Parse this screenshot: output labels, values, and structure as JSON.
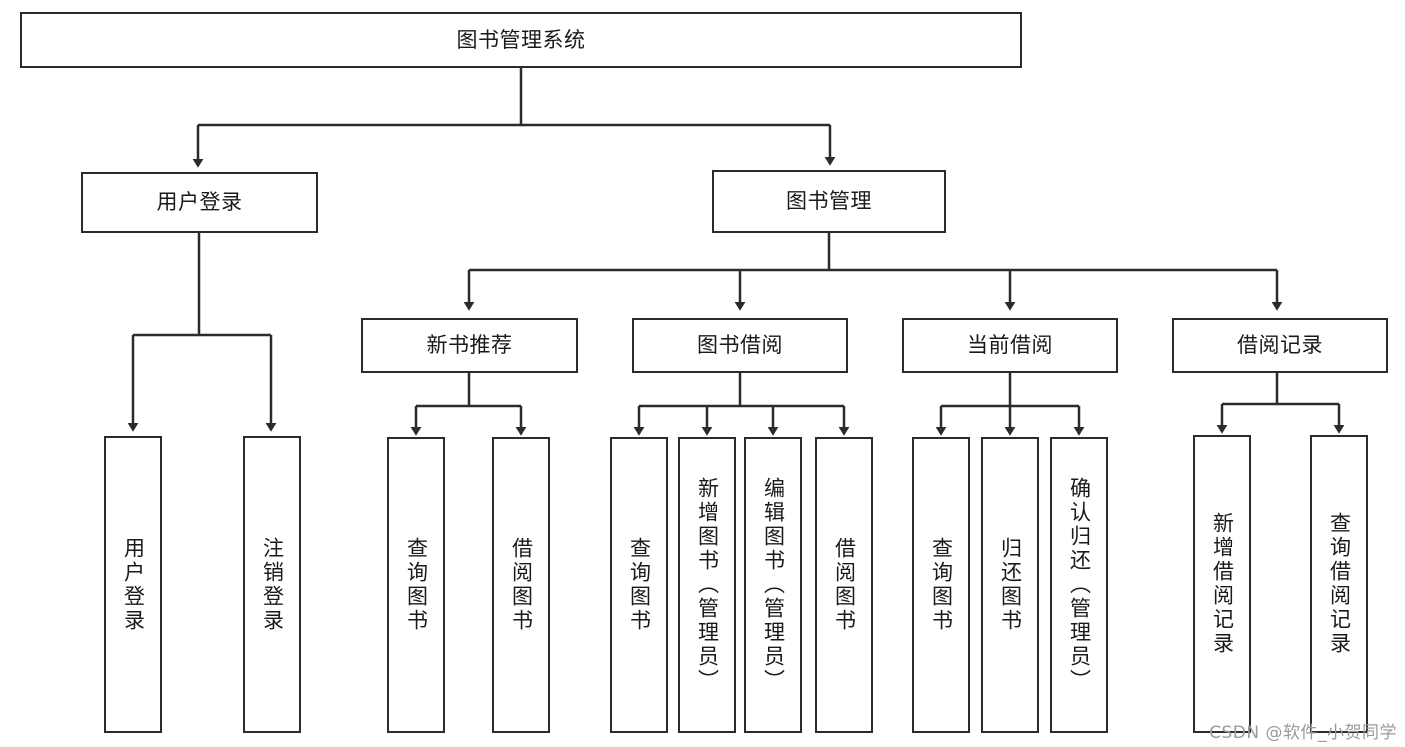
{
  "diagram": {
    "title": "图书管理系统",
    "type": "tree-hierarchy",
    "watermark": "CSDN @软件_小贺同学",
    "colors": {
      "stroke": "#2b2b2b",
      "fill": "#ffffff",
      "text": "#1a1a1a",
      "watermark": "#9a9a9a"
    },
    "nodes": {
      "root": {
        "label": "图书管理系统"
      },
      "level1": [
        {
          "id": "user-login",
          "label": "用户登录"
        },
        {
          "id": "book-manage",
          "label": "图书管理"
        }
      ],
      "level2": [
        {
          "id": "new-book-rec",
          "label": "新书推荐"
        },
        {
          "id": "book-borrow",
          "label": "图书借阅"
        },
        {
          "id": "current-borrow",
          "label": "当前借阅"
        },
        {
          "id": "borrow-record",
          "label": "借阅记录"
        }
      ],
      "leaves": {
        "user-login": [
          {
            "id": "leaf-user-login",
            "label": "用户登录"
          },
          {
            "id": "leaf-logout",
            "label": "注销登录"
          }
        ],
        "new-book-rec": [
          {
            "id": "leaf-query-book-1",
            "label": "查询图书"
          },
          {
            "id": "leaf-borrow-book-1",
            "label": "借阅图书"
          }
        ],
        "book-borrow": [
          {
            "id": "leaf-query-book-2",
            "label": "查询图书"
          },
          {
            "id": "leaf-add-book",
            "label": "新增图书（管理员）"
          },
          {
            "id": "leaf-edit-book",
            "label": "编辑图书（管理员）"
          },
          {
            "id": "leaf-borrow-book-2",
            "label": "借阅图书"
          }
        ],
        "current-borrow": [
          {
            "id": "leaf-query-book-3",
            "label": "查询图书"
          },
          {
            "id": "leaf-return-book",
            "label": "归还图书"
          },
          {
            "id": "leaf-confirm-return",
            "label": "确认归还（管理员）"
          }
        ],
        "borrow-record": [
          {
            "id": "leaf-add-record",
            "label": "新增借阅记录"
          },
          {
            "id": "leaf-query-record",
            "label": "查询借阅记录"
          }
        ]
      }
    }
  }
}
